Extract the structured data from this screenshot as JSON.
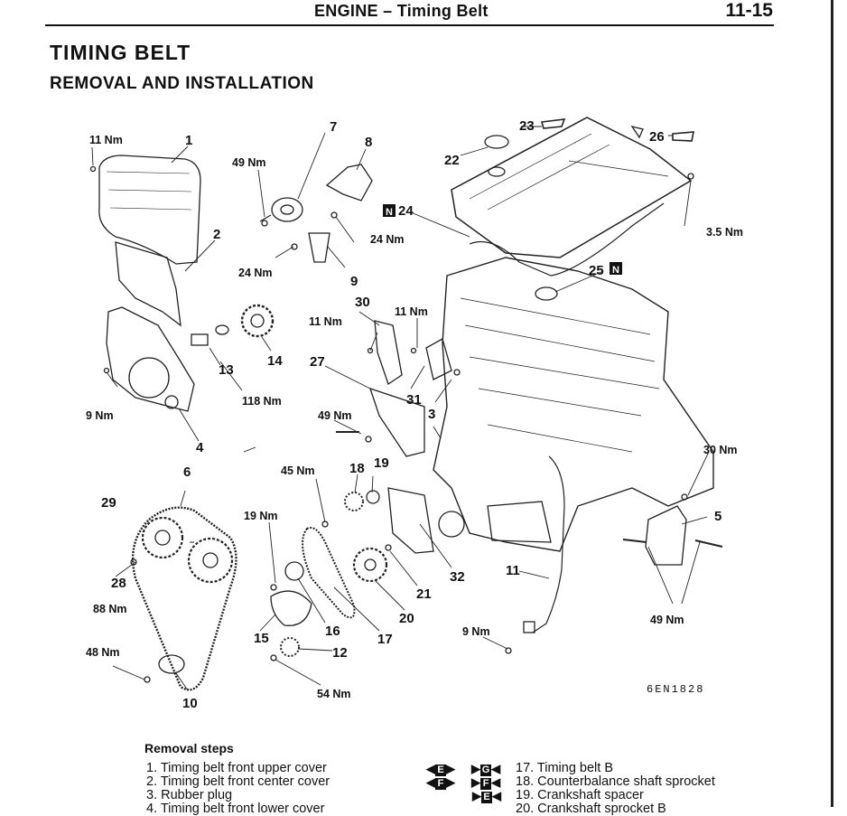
{
  "header": {
    "title": "ENGINE – Timing Belt",
    "page": "11-15"
  },
  "title": "TIMING BELT",
  "subtitle": "REMOVAL AND INSTALLATION",
  "diagram": {
    "part_numbers": [
      "1",
      "2",
      "3",
      "4",
      "5",
      "6",
      "7",
      "8",
      "9",
      "10",
      "11",
      "12",
      "13",
      "14",
      "15",
      "16",
      "17",
      "18",
      "19",
      "20",
      "21",
      "22",
      "23",
      "24",
      "25",
      "26",
      "27",
      "28",
      "29",
      "30",
      "31",
      "32"
    ],
    "torques": [
      "11 Nm",
      "49 Nm",
      "24 Nm",
      "24 Nm",
      "3.5 Nm",
      "11 Nm",
      "11 Nm",
      "9 Nm",
      "118 Nm",
      "49 Nm",
      "45 Nm",
      "30 Nm",
      "19 Nm",
      "88 Nm",
      "48 Nm",
      "54 Nm",
      "9 Nm",
      "49 Nm"
    ],
    "figure_code": "6EN1828",
    "box_letter": "N"
  },
  "removal_steps": {
    "title": "Removal steps",
    "left": [
      "1. Timing belt front upper cover",
      "2. Timing belt front center cover",
      "3. Rubber plug",
      "4. Timing belt front lower cover"
    ],
    "right": [
      "17. Timing belt B",
      "18. Counterbalance shaft sprocket",
      "19. Crankshaft spacer",
      "20. Crankshaft sprocket B"
    ],
    "symbols": [
      {
        "install": "E",
        "remove": "G"
      },
      {
        "install": "F",
        "remove": "F"
      },
      {
        "install": "",
        "remove": "E"
      }
    ]
  }
}
